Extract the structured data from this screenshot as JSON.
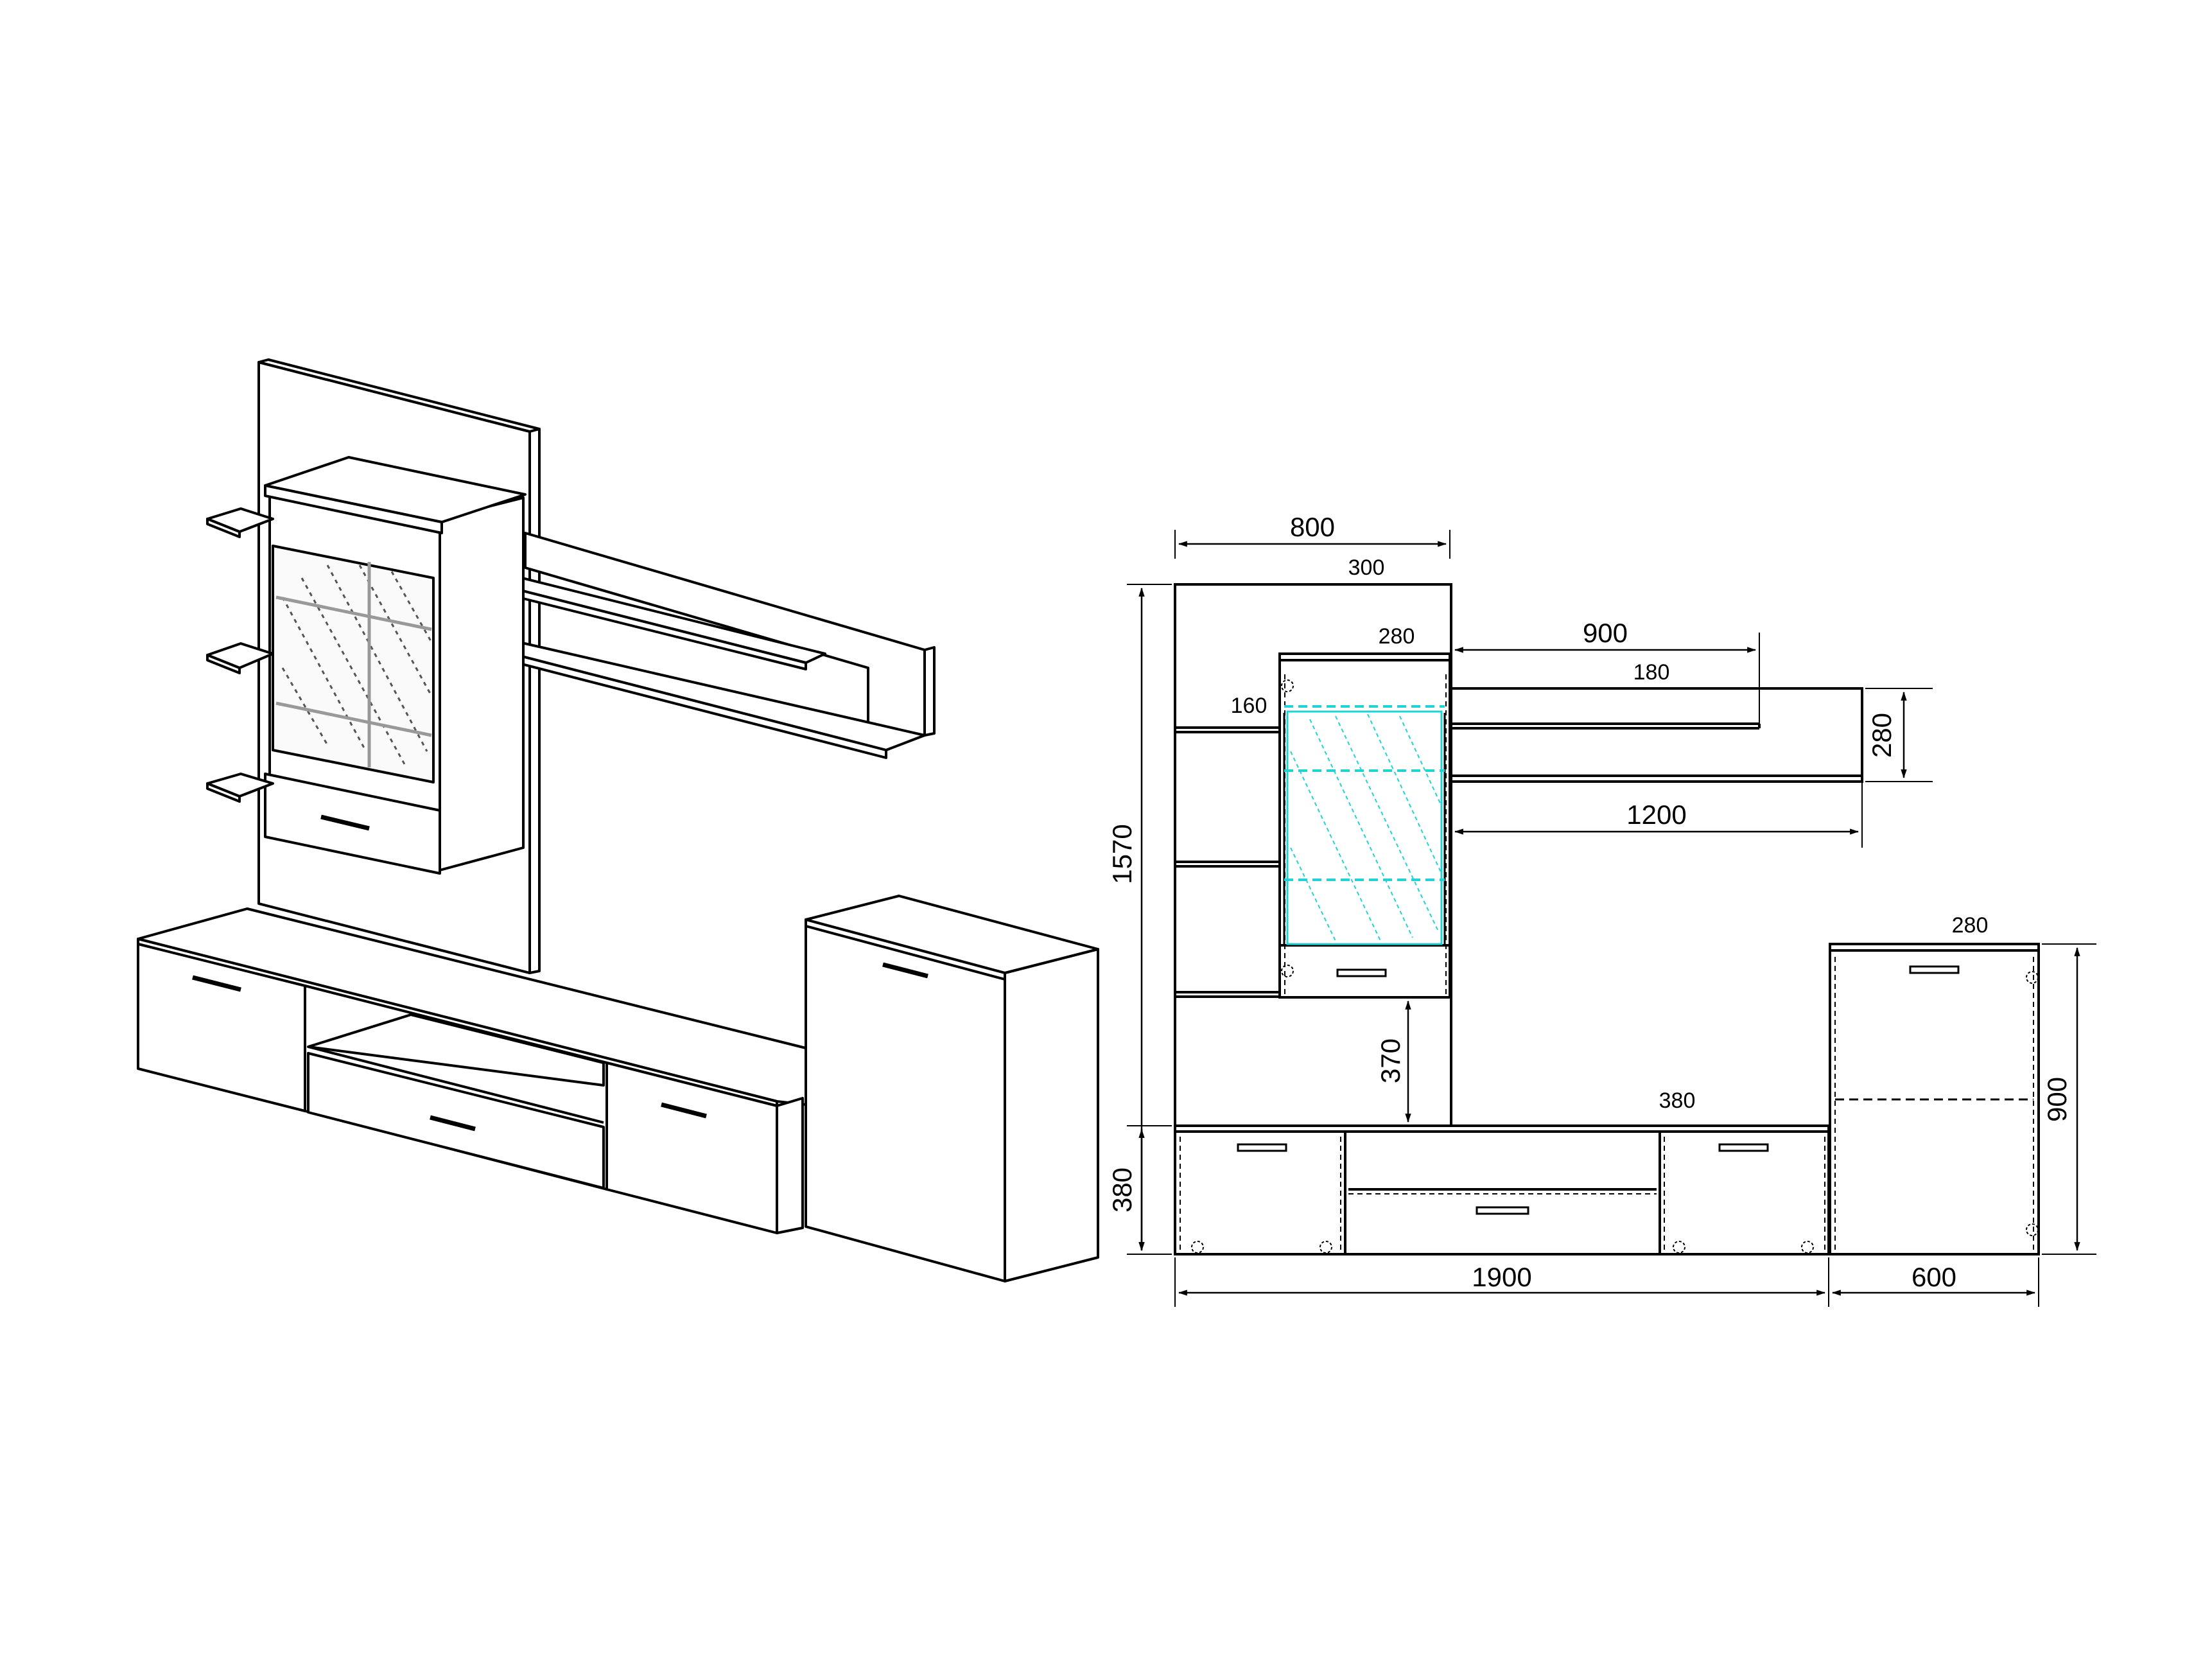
{
  "diagram": {
    "background": "#ffffff",
    "line_color": "#000000",
    "accent_color": "#22d3d3",
    "dimensions": {
      "overall_width": "1900",
      "overall_height": "1570",
      "back_panel_width": "800",
      "back_panel_depth": "300",
      "vitrine_depth": "280",
      "side_shelf_depth": "160",
      "vitrine_gap": "370",
      "shelf_upper_width": "900",
      "shelf_upper_depth": "180",
      "shelf_lower_width": "1200",
      "shelf_height": "280",
      "tv_base_height": "380",
      "tv_base_depth": "380",
      "cabinet_width": "600",
      "cabinet_height": "900",
      "cabinet_depth": "280"
    }
  }
}
